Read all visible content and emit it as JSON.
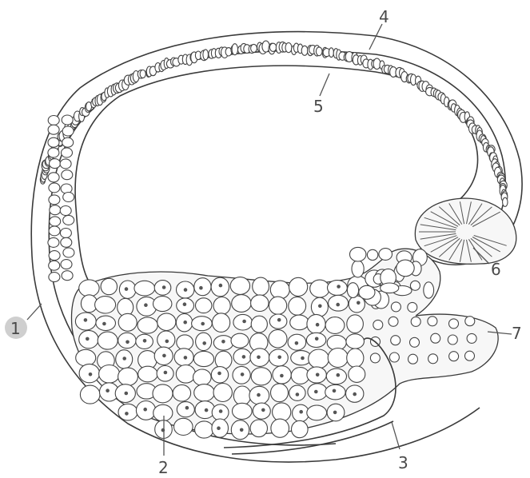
{
  "labels": [
    "1",
    "2",
    "3",
    "4",
    "5",
    "6",
    "7"
  ],
  "colors": {
    "stroke": "#3a3a3a",
    "label": "#4a4a4a",
    "label1_bg": "#cfcfcf",
    "background": "#ffffff"
  }
}
